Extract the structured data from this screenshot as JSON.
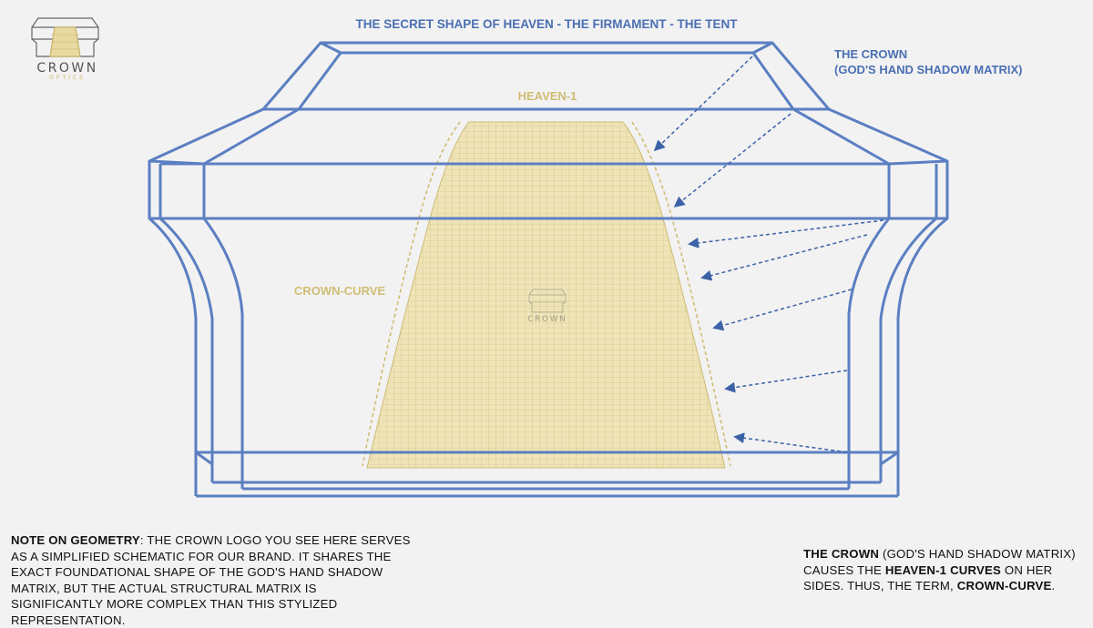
{
  "title": "THE SECRET SHAPE OF HEAVEN - THE FIRMAMENT - THE TENT",
  "logo": {
    "name": "CROWN",
    "sub": "OPTICS",
    "watermark": "CROWN"
  },
  "labels": {
    "heaven": "HEAVEN-1",
    "crown_curve": "CROWN-CURVE",
    "crown_line1": "THE CROWN",
    "crown_line2": "(GOD'S HAND SHADOW MATRIX)"
  },
  "note_left": {
    "bold": "NOTE ON GEOMETRY",
    "text": ": THE CROWN LOGO YOU SEE HERE SERVES AS A SIMPLIFIED SCHEMATIC FOR OUR BRAND. IT SHARES THE EXACT FOUNDATIONAL SHAPE OF THE GOD'S HAND SHADOW MATRIX, BUT THE ACTUAL STRUCTURAL MATRIX IS SIGNIFICANTLY MORE COMPLEX THAN THIS STYLIZED REPRESENTATION."
  },
  "note_right": {
    "bold1": "THE CROWN",
    "text1": " (GOD'S HAND SHADOW MATRIX) CAUSES THE ",
    "bold2": "HEAVEN-1 CURVES",
    "text2": " ON HER SIDES. THUS, THE TERM, ",
    "bold3": "CROWN-CURVE",
    "text3": "."
  },
  "colors": {
    "crown_blue": "#4a6fb3",
    "heaven_gold": "#d2c27e",
    "background": "#f2f2f2"
  }
}
